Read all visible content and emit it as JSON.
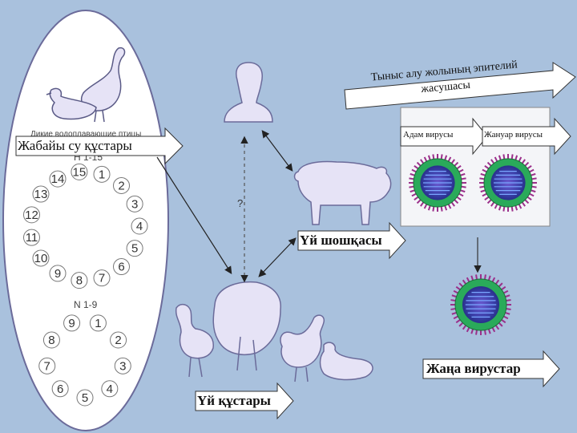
{
  "labels": {
    "wild_birds": "Жабайы  су құстары",
    "pig": "Үй шошқасы",
    "poultry": "Үй құстары",
    "respiratory": "Тыныс алу жолының эпителий жасушасы",
    "human_virus": "Адам вирусы",
    "animal_virus": "Жануар вирусы",
    "new_viruses": "Жаңа вирустар"
  },
  "oval": {
    "header_text": "Дикие водоплавающие птицы",
    "h_label": "H 1-15",
    "n_label": "N 1-9",
    "h_numbers": [
      "1",
      "2",
      "3",
      "4",
      "5",
      "6",
      "7",
      "8",
      "9",
      "10",
      "11",
      "12",
      "13",
      "14",
      "15"
    ],
    "n_numbers": [
      "1",
      "2",
      "3",
      "4",
      "5",
      "6",
      "7",
      "8",
      "9"
    ]
  },
  "question_mark": "?",
  "colors": {
    "background": "#a9c1dd",
    "arrow_fill": "#ffffff",
    "oval_fill": "#ffffff",
    "virus_outer": "#2aaa5a",
    "virus_inner": "#3a3fa8",
    "virus_spikes": "#9b2f8a",
    "silhouette": "#e6e3f6"
  }
}
